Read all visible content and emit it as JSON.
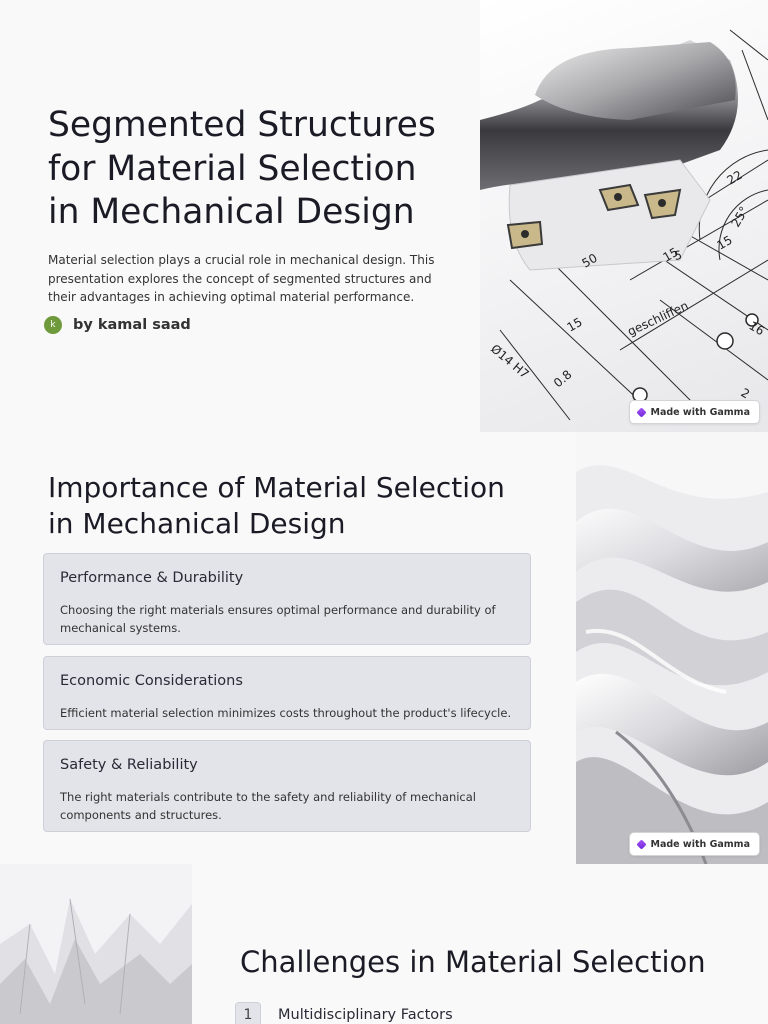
{
  "slide1": {
    "title": "Segmented Structures for Material Selection in Mechanical Design",
    "description": "Material selection plays a crucial role in mechanical design. This presentation explores the concept of segmented structures and their advantages in achieving optimal material performance.",
    "avatar_initial": "k",
    "author": "by kamal saad",
    "image_labels": [
      "50",
      "15",
      "15",
      "Ø14 H7",
      "0.8",
      "geschliffen",
      "16",
      "25°",
      "22",
      "15",
      "5",
      "2"
    ],
    "badge": "Made with Gamma"
  },
  "slide2": {
    "title": "Importance of Material Selection in Mechanical Design",
    "cards": [
      {
        "title": "Performance & Durability",
        "body": "Choosing the right materials ensures optimal performance and durability of mechanical systems."
      },
      {
        "title": "Economic Considerations",
        "body": "Efficient material selection minimizes costs throughout the product's lifecycle."
      },
      {
        "title": "Safety & Reliability",
        "body": "The right materials contribute to the safety and reliability of mechanical components and structures."
      }
    ],
    "badge": "Made with Gamma"
  },
  "slide3": {
    "title": "Challenges in Material Selection",
    "steps": [
      {
        "number": "1",
        "label": "Multidisciplinary Factors"
      }
    ]
  },
  "colors": {
    "background": "#f9f9fa",
    "card_background": "#e3e3ea",
    "card_border": "#cfcfda",
    "text": "#1b1b26",
    "avatar": "#6f9a3c"
  }
}
